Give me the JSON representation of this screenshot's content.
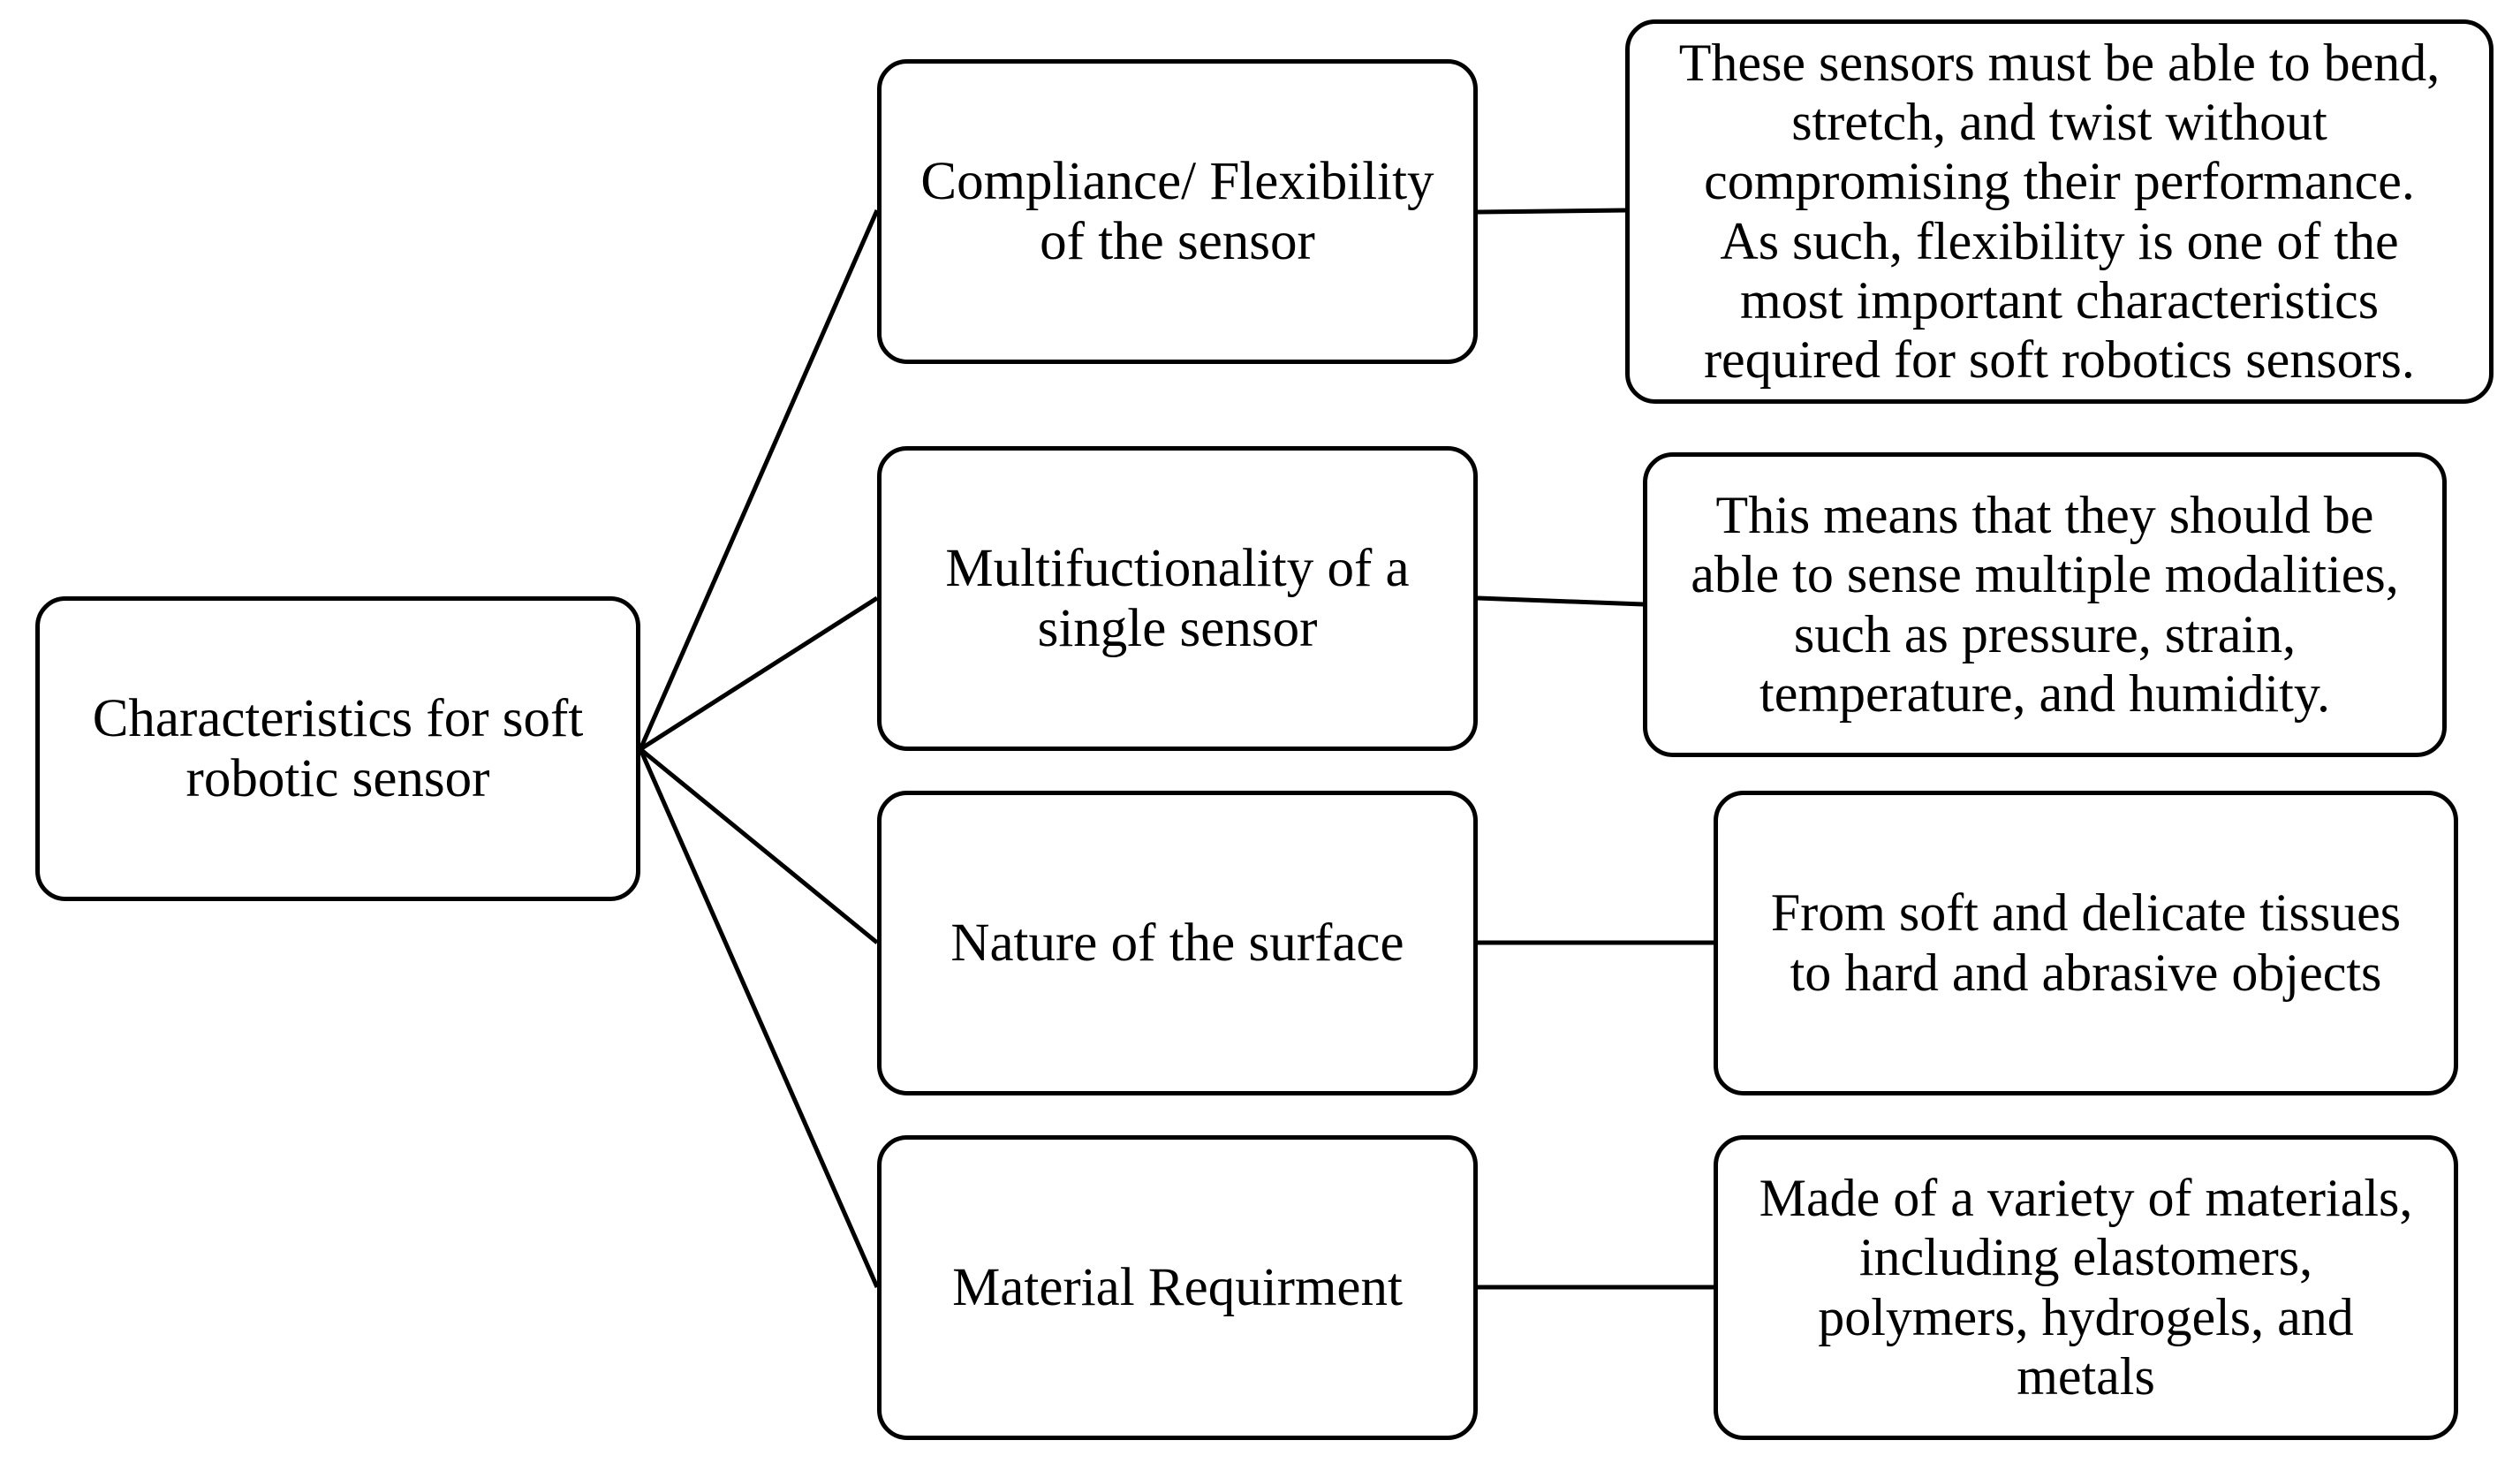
{
  "diagram": {
    "root": {
      "label": "Characteristics  for soft\nrobotic sensor"
    },
    "characteristics": [
      {
        "label": "Compliance/ Flexibility\nof the sensor",
        "description": "These sensors must be able to bend,\nstretch, and twist without\ncompromising their performance.\nAs such, flexibility is one of the\nmost important characteristics\nrequired for soft robotics sensors."
      },
      {
        "label": "Multifuctionality  of a\nsingle sensor",
        "description": "This means that they should be\nable to sense multiple modalities,\nsuch as pressure, strain,\ntemperature, and humidity."
      },
      {
        "label": "Nature of the surface",
        "description": "From soft and delicate tissues\nto hard and abrasive objects"
      },
      {
        "label": "Material  Requirment",
        "description": "Made of a variety of materials,\nincluding elastomers,\npolymers, hydrogels, and\nmetals"
      }
    ],
    "colors": {
      "line": "#000000",
      "box_fill": "#ffffff",
      "text": "#000000"
    }
  }
}
